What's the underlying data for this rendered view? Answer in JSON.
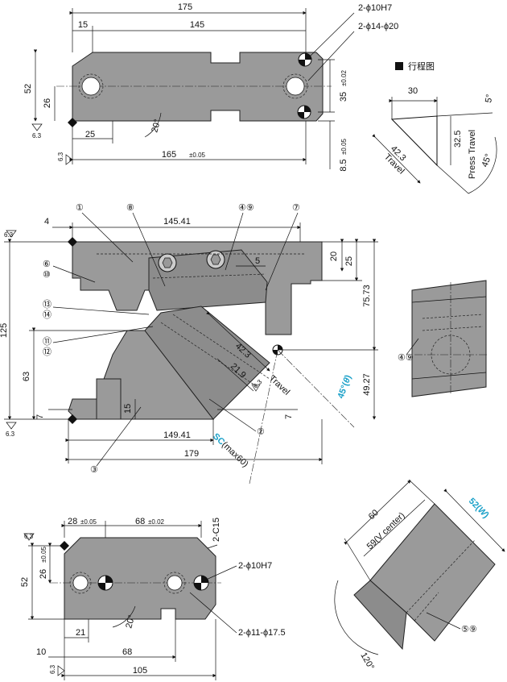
{
  "legend": {
    "label": "行程图"
  },
  "top_view": {
    "dim_175": "175",
    "dim_15": "15",
    "dim_145": "145",
    "hole_spec_1": "2-ϕ10H7",
    "hole_spec_2": "2-ϕ14-ϕ20",
    "dim_52": "52",
    "dim_26": "26",
    "dim_35": "35",
    "tol_35": "±0.02",
    "dim_25": "25",
    "angle_20": "20°",
    "dim_165": "165",
    "tol_165": "±0.05",
    "dim_8_5": "8.5",
    "tol_8_5": "±0.05",
    "rough": "6.3"
  },
  "stroke_diagram": {
    "dim_30": "30",
    "dim_5": "5°",
    "dim_32_5": "32.5",
    "press_travel": "Press Travel",
    "dim_42_3": "42.3",
    "travel": "Travel",
    "angle_45": "45°"
  },
  "front_view": {
    "dim_4": "4",
    "dim_145_41": "145.41",
    "callouts": [
      "①",
      "⑧",
      "④⑨",
      "⑦",
      "⑥",
      "⑩",
      "⑬",
      "⑭",
      "⑪",
      "⑫",
      "②",
      "③"
    ],
    "dim_5": "5",
    "dim_20": "20",
    "dim_25": "25",
    "dim_75_73": "75.73",
    "dim_125": "125",
    "dim_63": "63",
    "dim_7a": "7",
    "dim_15": "15",
    "dim_42_3": "42.3",
    "dim_21_9": "21.9",
    "travel": "Travel",
    "angle": "45°(",
    "angle_theta": "θ",
    "angle_close": ")",
    "dim_49_27": "49.27",
    "dim_7b": "7",
    "dim_149_41": "149.41",
    "sc_label": "SC",
    "sc_rest": "(max60)",
    "dim_179": "179",
    "rough": "6.3"
  },
  "side_view": {
    "callout": "④⑨"
  },
  "bottom_view": {
    "dim_28": "28",
    "tol_28": "±0.05",
    "dim_68a": "68",
    "tol_68a": "±0.02",
    "chamfer": "2-C15",
    "hole_spec_1": "2-ϕ10H7",
    "dim_26": "26",
    "tol_26": "±0.05",
    "dim_52": "52",
    "angle_20": "20°",
    "dim_21": "21",
    "dim_68b": "68",
    "hole_spec_2": "2-ϕ11-ϕ17.5",
    "dim_10": "10",
    "dim_105": "105",
    "rough": "6.3"
  },
  "iso_view": {
    "dim_60": "60",
    "dim_59": "59(V center)",
    "dim_52w": "52(",
    "dim_52w_letter": "W",
    "dim_52w_close": ")",
    "angle_120": "120°",
    "callout": "⑤⑨"
  }
}
